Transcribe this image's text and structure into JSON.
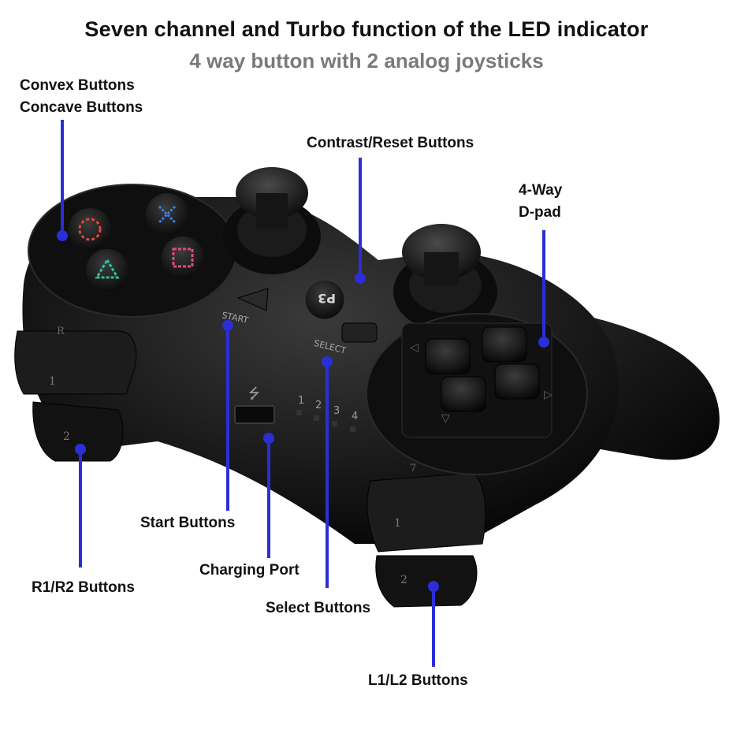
{
  "header": {
    "title": "Seven channel and Turbo function of the LED indicator",
    "subtitle": "4 way button with 2 analog joysticks"
  },
  "callouts": {
    "convex": "Convex Buttons",
    "concave": "Concave Buttons",
    "contrast_reset": "Contrast/Reset Buttons",
    "dpad_line1": "4-Way",
    "dpad_line2": "D-pad",
    "start": "Start Buttons",
    "charging": "Charging Port",
    "r1r2": "R1/R2 Buttons",
    "select": "Select Buttons",
    "l1l2": "L1/L2 Buttons"
  },
  "controller": {
    "start_print": "START",
    "select_print": "SELECT",
    "logo": "P3",
    "led_numbers": [
      "1",
      "2",
      "3",
      "4"
    ],
    "shoulder_labels": [
      "1",
      "2",
      "1",
      "2"
    ],
    "usb_symbol": "⭍"
  },
  "colors": {
    "leader": "#2b2ed6",
    "body": "#141414",
    "subtitle": "#7a7a7a",
    "circle": "#e0463c",
    "cross": "#3a7fe0",
    "triangle": "#2fbf9a",
    "square": "#e04a7a"
  }
}
